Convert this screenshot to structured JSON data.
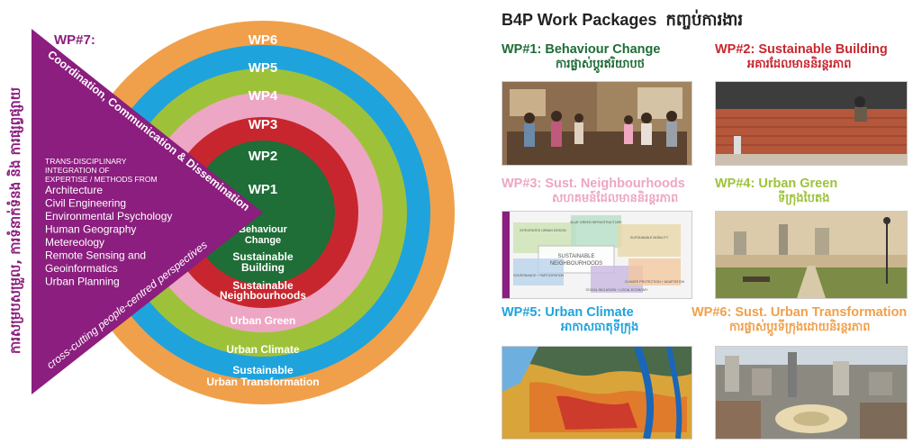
{
  "header": {
    "title": "B4P Work Packages",
    "title_kh": "កញ្ចប់ការងារ"
  },
  "wp7": {
    "label": "WP#7:",
    "coordination": "Coordination, Communication & Dissemination",
    "vertical_kh": "ការសម្របសម្រួល, ការទំនាក់ទំនង និង ការផ្សព្វផ្សាយ",
    "crosscutting": "cross-cutting people-centred perspectives",
    "heading": [
      "TRANS-DISCIPLINARY",
      "INTEGRATION OF",
      "EXPERTISE / METHODS FROM"
    ],
    "disciplines": [
      "Architecture",
      "Civil Engineering",
      "Environmental Psychology",
      "Human Geography",
      "Metereology",
      "Remote Sensing and",
      "Geoinformatics",
      "Urban Planning"
    ]
  },
  "rings": [
    {
      "wp": "WP6",
      "name": [
        "Sustainable",
        "Urban Transformation"
      ],
      "color": "#F0A04B"
    },
    {
      "wp": "WP5",
      "name": [
        "Urban Climate"
      ],
      "color": "#1FA3DC"
    },
    {
      "wp": "WP4",
      "name": [
        "Urban Green"
      ],
      "color": "#9DC23A"
    },
    {
      "wp": "WP3",
      "name": [
        "Sustainable",
        "Neighbourhoods"
      ],
      "color": "#EDA6C3"
    },
    {
      "wp": "WP2",
      "name": [
        "Sustainable",
        "Building"
      ],
      "color": "#C8262E"
    },
    {
      "wp": "WP1",
      "name": [
        "Behaviour",
        "Change"
      ],
      "color": "#1F6D37"
    }
  ],
  "triangle_color": "#8B1E7E",
  "packages": [
    {
      "en": "WP#1: Behaviour Change",
      "kh": "ការផ្លាស់ប្ដូរឥរិយាបថ",
      "color": "#1F6D37"
    },
    {
      "en": "WP#2: Sustainable Building",
      "kh": "អគារដែលមាននិរន្តរភាព",
      "color": "#C8262E"
    },
    {
      "en": "WP#3: Sust. Neighbourhoods",
      "kh": "សហគមន៍ដែលមាននិរន្តរភាព",
      "color": "#EDA6C3"
    },
    {
      "en": "WP#4: Urban Green",
      "kh": "ទីក្រុងបៃតង",
      "color": "#9DC23A"
    },
    {
      "en": "WP#5: Urban Climate",
      "kh": "អាកាសធាតុទីក្រុង",
      "color": "#1FA3DC"
    },
    {
      "en": "WP#6: Sust. Urban Transformation",
      "kh": "ការផ្លាស់ប្ដូរទីក្រុងដោយនិរន្តរភាព",
      "color": "#F0A04B"
    }
  ],
  "neighbourhood_diagram": {
    "center": [
      "SUSTAINABLE",
      "NEIGHBOURHOODS"
    ],
    "labels": [
      "BLUE GREEN INFRASTRUCTURE",
      "INTEGRATED URBAN DESIGN",
      "SUSTAINABLE MOBILITY",
      "GOVERNANCE + PARTICIPATION",
      "CLIMATE PROTECTION + ADAPTATION",
      "SOCIAL INCLUSION + LOCAL ECONOMY"
    ]
  }
}
